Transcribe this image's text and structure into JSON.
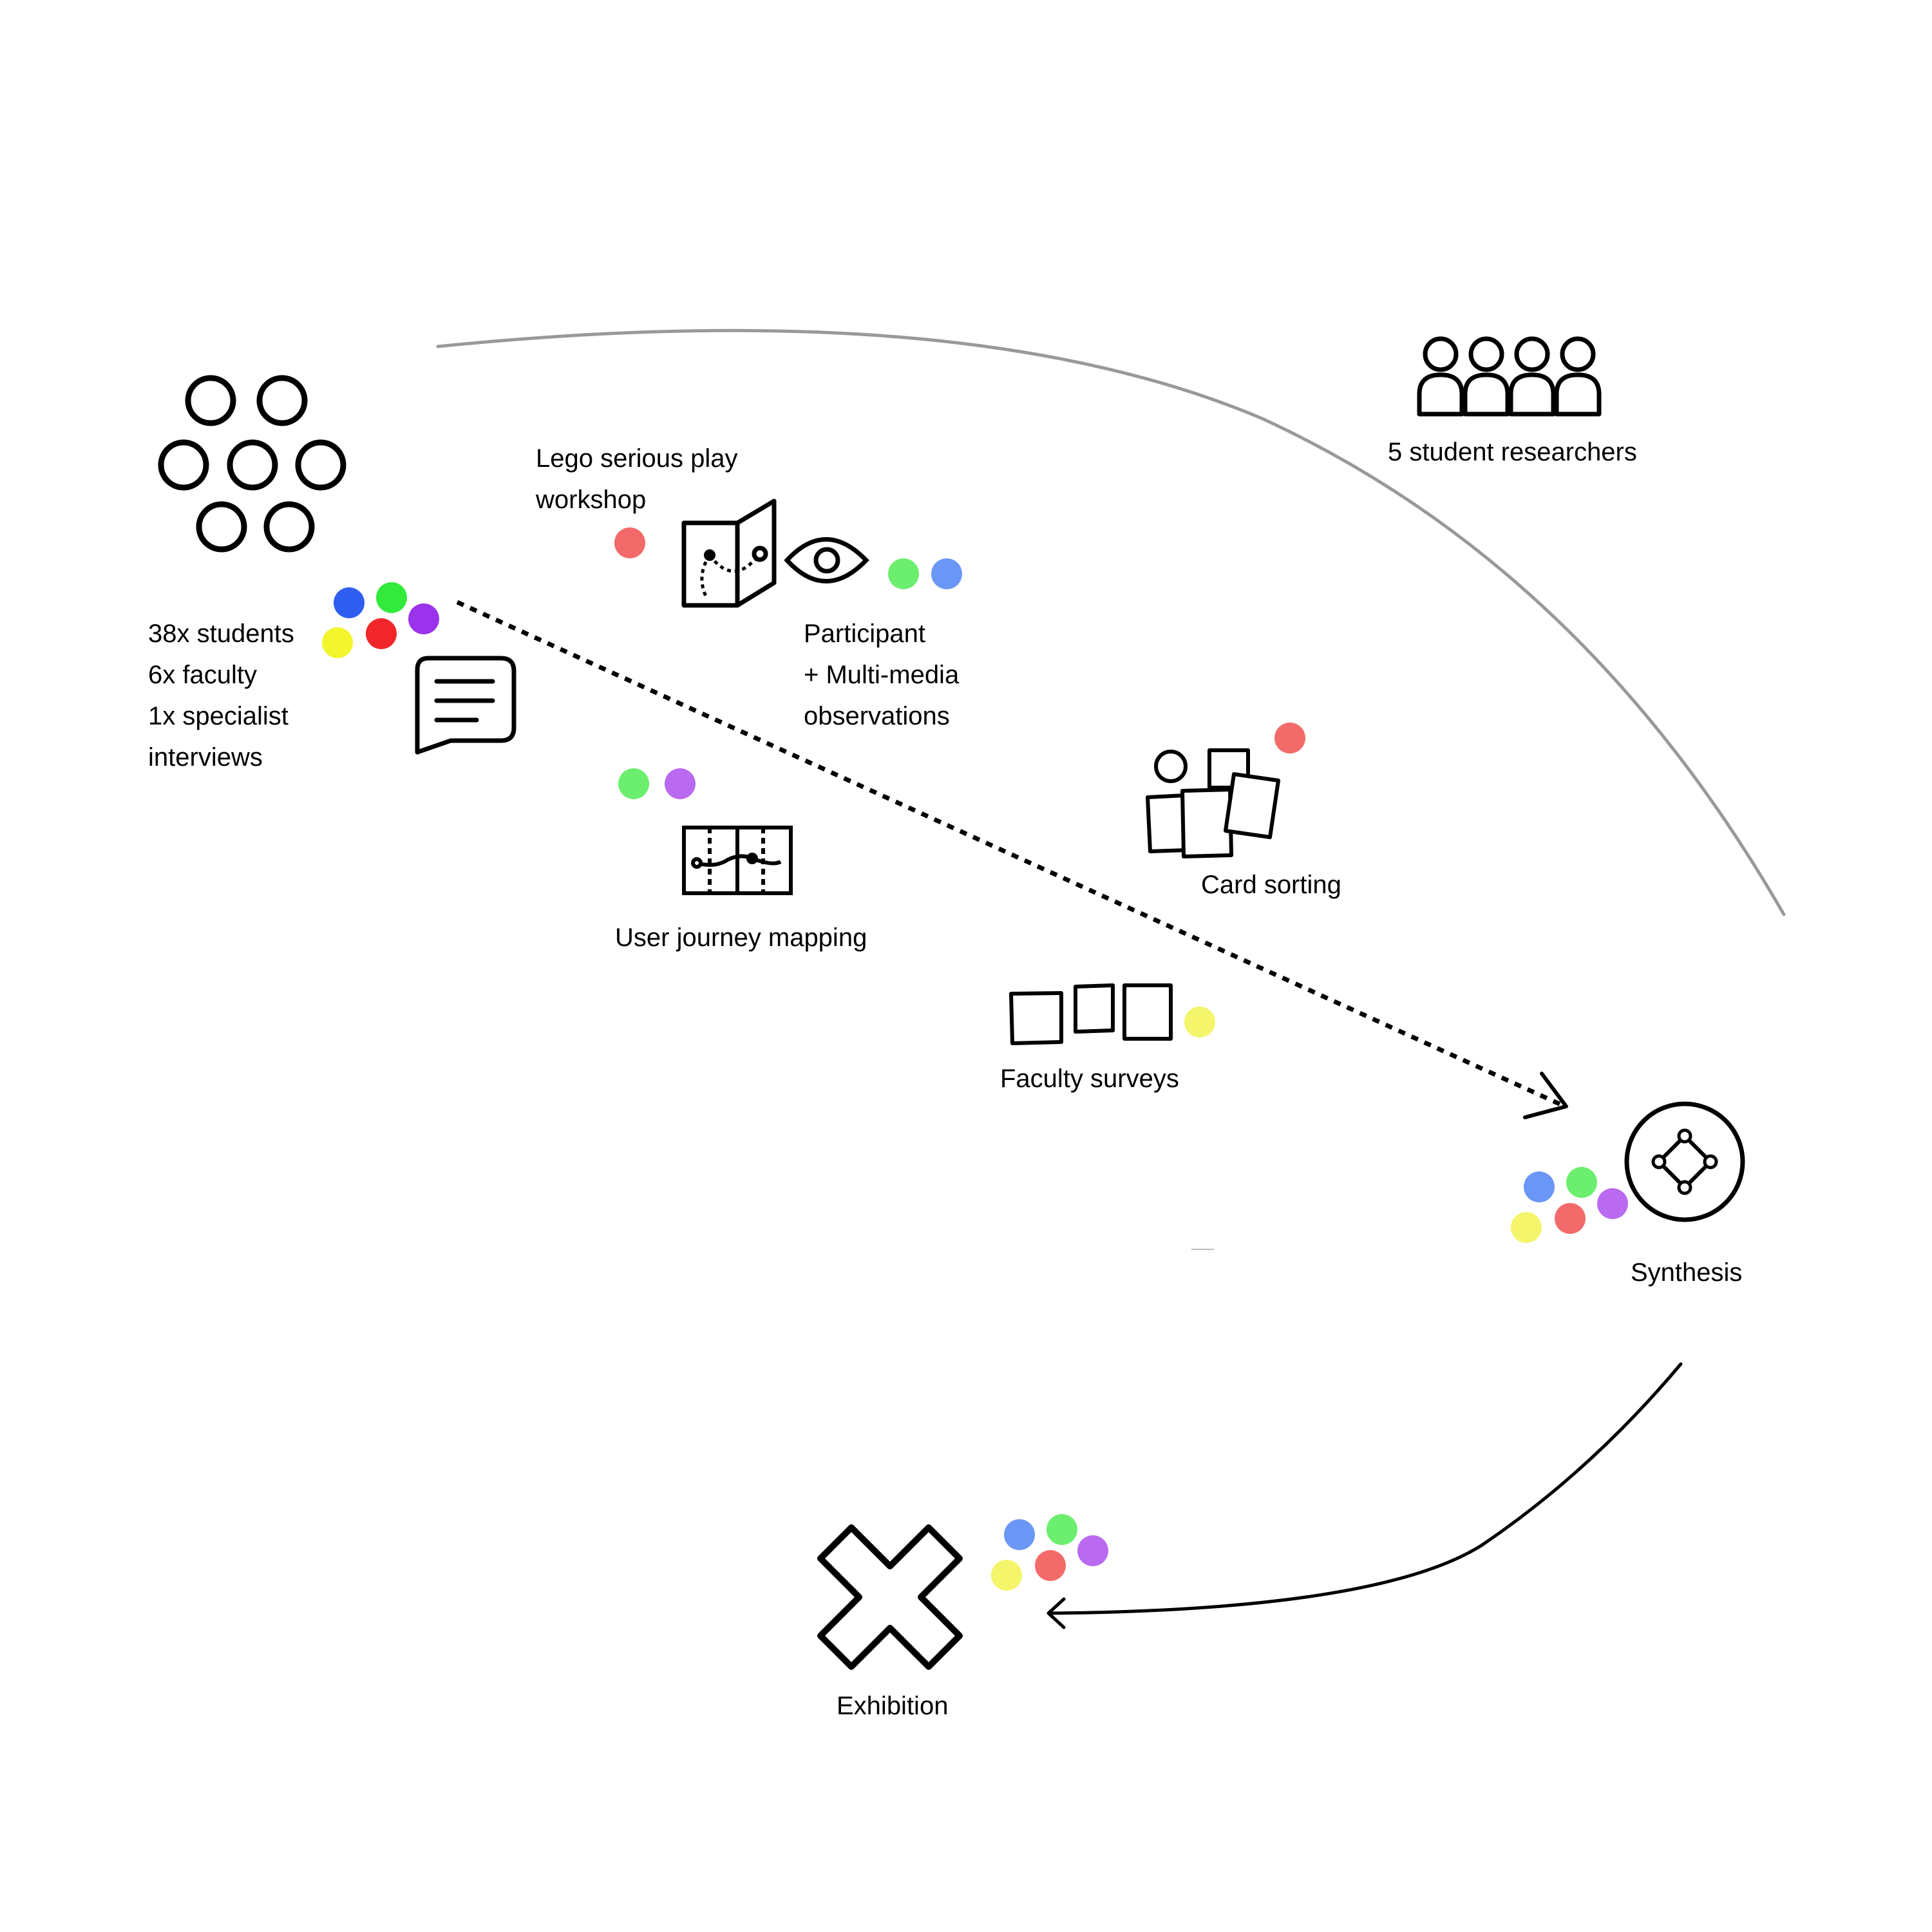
{
  "colors": {
    "ink": "#000000",
    "arc": "#999999",
    "blue": "#2e5ff0",
    "blue_soft": "#6a96f5",
    "green": "#31ea3c",
    "green_soft": "#6cee6f",
    "purple": "#9b32ec",
    "purple_soft": "#b96af0",
    "red": "#f2262a",
    "red_soft": "#f36a6a",
    "yellow": "#f3f52d",
    "yellow_soft": "#f4f56a"
  },
  "nodes": {
    "interviews": {
      "icon": "participants-circles-icon",
      "second_icon": "speech-bubble-icon",
      "lines": [
        "38x students",
        "6x faculty",
        "1x specialist",
        "interviews"
      ]
    },
    "lego": {
      "icon": "folded-map-icon",
      "lines": [
        "Lego serious play",
        "workshop"
      ]
    },
    "observation": {
      "icon": "eye-icon",
      "lines": [
        "Participant",
        "+ Multi-media",
        "observations"
      ]
    },
    "journey": {
      "icon": "journey-map-icon",
      "lines": [
        "User journey mapping"
      ]
    },
    "card_sorting": {
      "icon": "card-sorting-icon",
      "lines": [
        "Card sorting"
      ]
    },
    "surveys": {
      "icon": "survey-sheets-icon",
      "lines": [
        "Faculty surveys"
      ]
    },
    "researchers": {
      "icon": "group-of-people-icon",
      "lines": [
        "5 student researchers"
      ]
    },
    "synthesis": {
      "icon": "synthesis-network-icon",
      "lines": [
        "Synthesis"
      ]
    },
    "exhibition": {
      "icon": "cross-icon",
      "lines": [
        "Exhibition"
      ]
    }
  },
  "connectors": [
    {
      "name": "research-to-synthesis-arrow",
      "style": "dotted",
      "icon": "arrow-head-icon"
    },
    {
      "name": "synthesis-to-exhibition-arrow",
      "style": "solid",
      "icon": "arrow-head-icon"
    },
    {
      "name": "overarching-arc",
      "style": "solid-grey"
    }
  ]
}
